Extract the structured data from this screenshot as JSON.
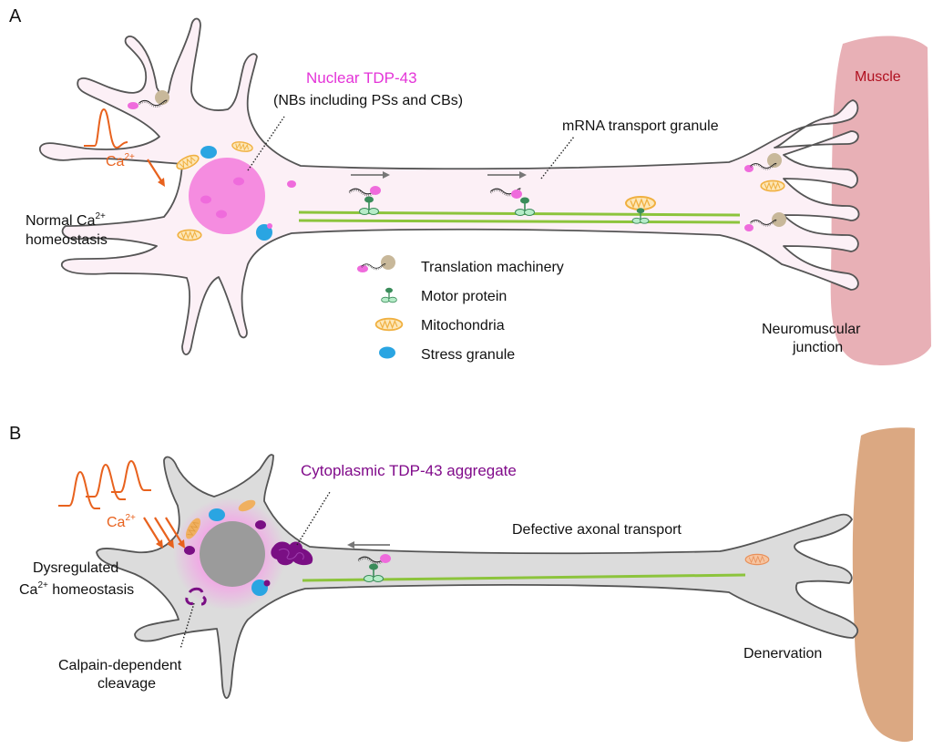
{
  "colors": {
    "healthy_cell_fill": "#fcf0f6",
    "diseased_cell_fill": "#dcdcdc",
    "cell_outline": "#555555",
    "nucleus_healthy": "#f58ce0",
    "nucleus_diseased": "#9b9b9b",
    "nuclear_body": "#ef6bdc",
    "tdp43_label": "#e434d8",
    "aggregate": "#7a0f84",
    "aggregate_label": "#800a8a",
    "stress_granule": "#2aa5e2",
    "mitochondria_outline": "#f0b040",
    "mitochondria_fill": "#fde7b8",
    "microtubule": "#8cc43c",
    "motor_dark": "#3a8c5a",
    "motor_light": "#b6ecc8",
    "ribosome": "#c8b89a",
    "calcium": "#e8621e",
    "muscle_healthy": "#e8b0b6",
    "muscle_label": "#b01020",
    "muscle_diseased": "#dba882",
    "arrow_gray": "#777777"
  },
  "panel_a": {
    "letter": "A",
    "nuclear_tdp43_title": "Nuclear TDP-43",
    "nuclear_tdp43_subtitle": "(NBs including PSs and CBs)",
    "mrna_granule_label": "mRNA transport granule",
    "muscle_label": "Muscle",
    "nmj_label_line1": "Neuromuscular",
    "nmj_label_line2": "junction",
    "calcium_label": "Ca",
    "calcium_charge": "2+",
    "homeostasis_line1_prefix": "Normal Ca",
    "homeostasis_line1_charge": "2+",
    "homeostasis_line2": "homeostasis",
    "legend": [
      {
        "icon": "translation-machinery-icon",
        "label": "Translation machinery"
      },
      {
        "icon": "motor-protein-icon",
        "label": "Motor protein"
      },
      {
        "icon": "mitochondria-icon",
        "label": "Mitochondria"
      },
      {
        "icon": "stress-granule-icon",
        "label": "Stress granule"
      }
    ]
  },
  "panel_b": {
    "letter": "B",
    "aggregate_label": "Cytoplasmic TDP-43 aggregate",
    "transport_label": "Defective axonal transport",
    "calcium_label": "Ca",
    "calcium_charge": "2+",
    "dysreg_line1": "Dysregulated",
    "dysreg_line2_prefix": "Ca",
    "dysreg_line2_charge": "2+",
    "dysreg_line2_suffix": " homeostasis",
    "calpain_line1": "Calpain-dependent",
    "calpain_line2": "cleavage",
    "denervation_label": "Denervation"
  }
}
